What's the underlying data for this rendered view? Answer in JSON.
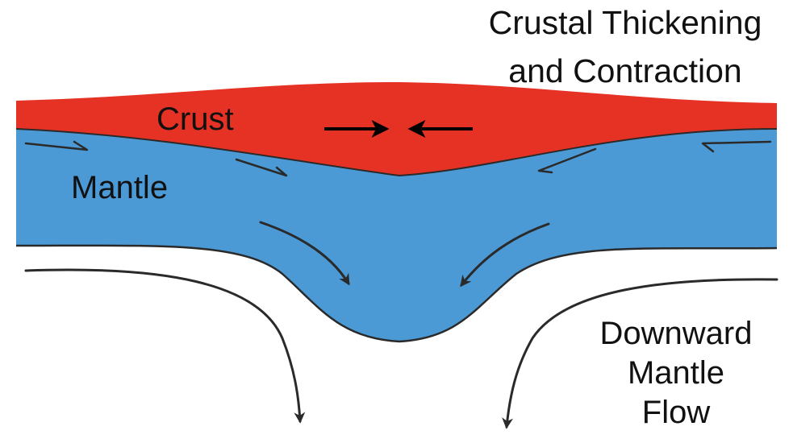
{
  "title": {
    "line1": "Crustal Thickening",
    "line2": "and Contraction"
  },
  "layers": {
    "crust_label": "Crust",
    "mantle_label": "Mantle"
  },
  "flow_label": {
    "line1": "Downward",
    "line2": "Mantle",
    "line3": "Flow"
  },
  "colors": {
    "crust": "#e53224",
    "mantle": "#4b9ad6",
    "outline": "#2a2a2a",
    "background": "#ffffff"
  }
}
